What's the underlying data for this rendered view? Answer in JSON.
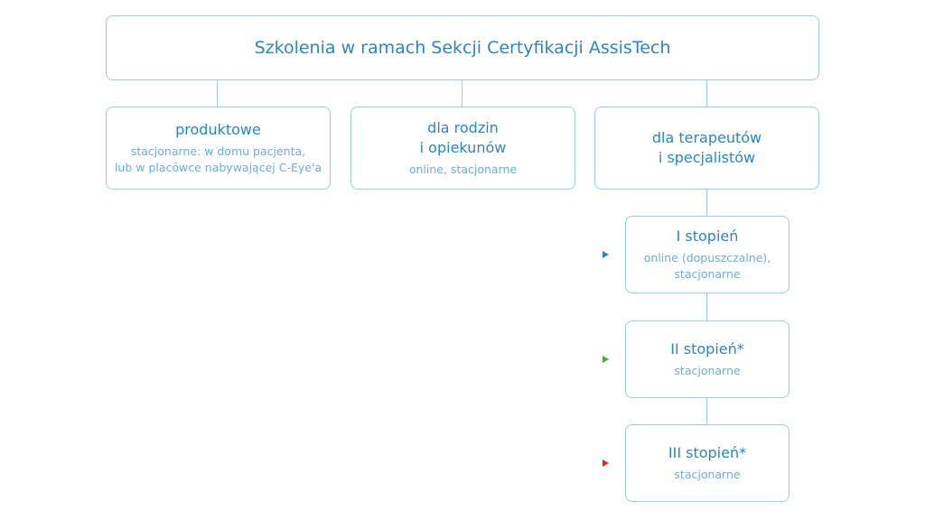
{
  "title": "Szkolenia w ramach Sekcji Certyfikacji AssisTech",
  "colors": {
    "text": "#2b86c5",
    "subtext": "#6aaedb",
    "border": "#9ccbe9",
    "arrow_level_1": "#2b86c5",
    "arrow_level_2": "#3cb233",
    "arrow_level_3": "#e3262a"
  },
  "categories": [
    {
      "heading": "produktowe",
      "detail": "stacjonarne: w domu pacjenta,\nlub w placówce nabywającej C-Eye'a"
    },
    {
      "heading": "dla rodzin\ni opiekunów",
      "detail": "online, stacjonarne"
    },
    {
      "heading": "dla terapeutów\ni specjalistów",
      "detail": ""
    }
  ],
  "levels": [
    {
      "heading": "I stopień",
      "detail": "online (dopuszczalne),\nstacjonarne",
      "arrow_icon": "triangle-right-icon"
    },
    {
      "heading": "II stopień*",
      "detail": "stacjonarne",
      "arrow_icon": "triangle-right-icon"
    },
    {
      "heading": "III stopień*",
      "detail": "stacjonarne",
      "arrow_icon": "triangle-right-icon"
    }
  ]
}
